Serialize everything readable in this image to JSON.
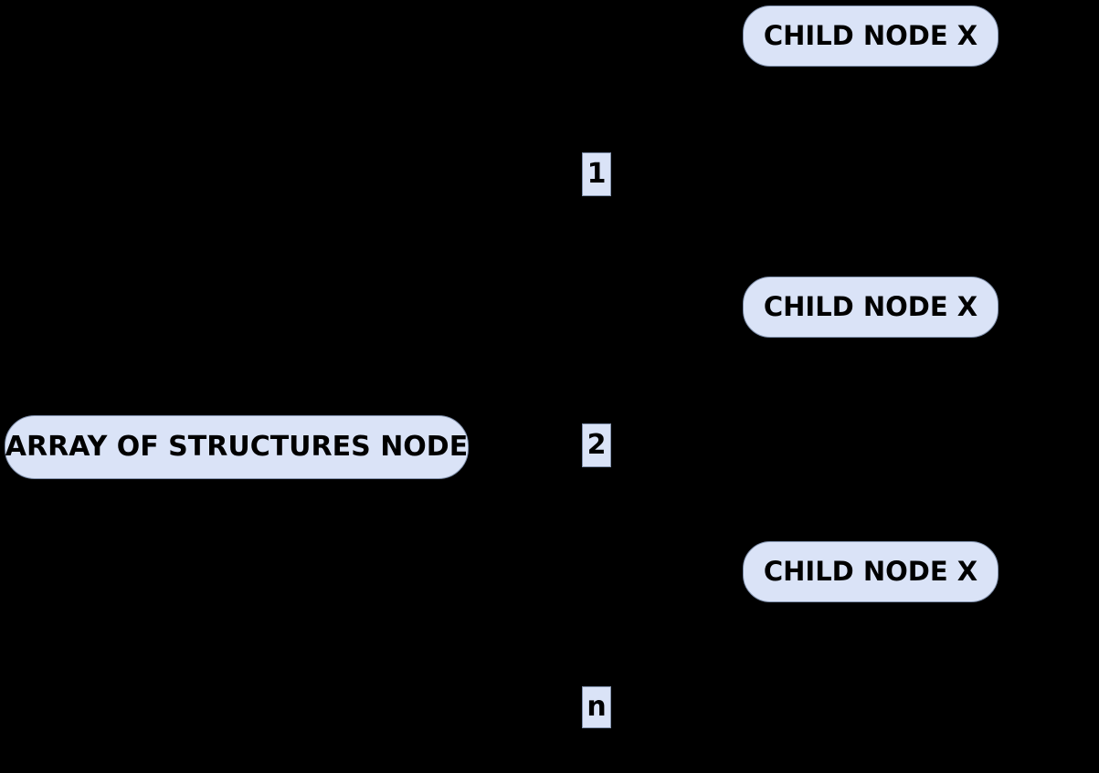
{
  "diagram": {
    "type": "tree",
    "background_color": "#000000",
    "node_fill_color": "#dae3f7",
    "node_border_color": "#8292ad",
    "node_text_color": "#000000",
    "parent_node": {
      "label": "ARRAY OF STRUCTURES NODE"
    },
    "edge_labels": [
      {
        "label": "1"
      },
      {
        "label": "2"
      },
      {
        "label": "n"
      }
    ],
    "child_nodes": [
      {
        "label": "CHILD NODE X"
      },
      {
        "label": "CHILD NODE X"
      },
      {
        "label": "CHILD NODE X"
      }
    ]
  }
}
